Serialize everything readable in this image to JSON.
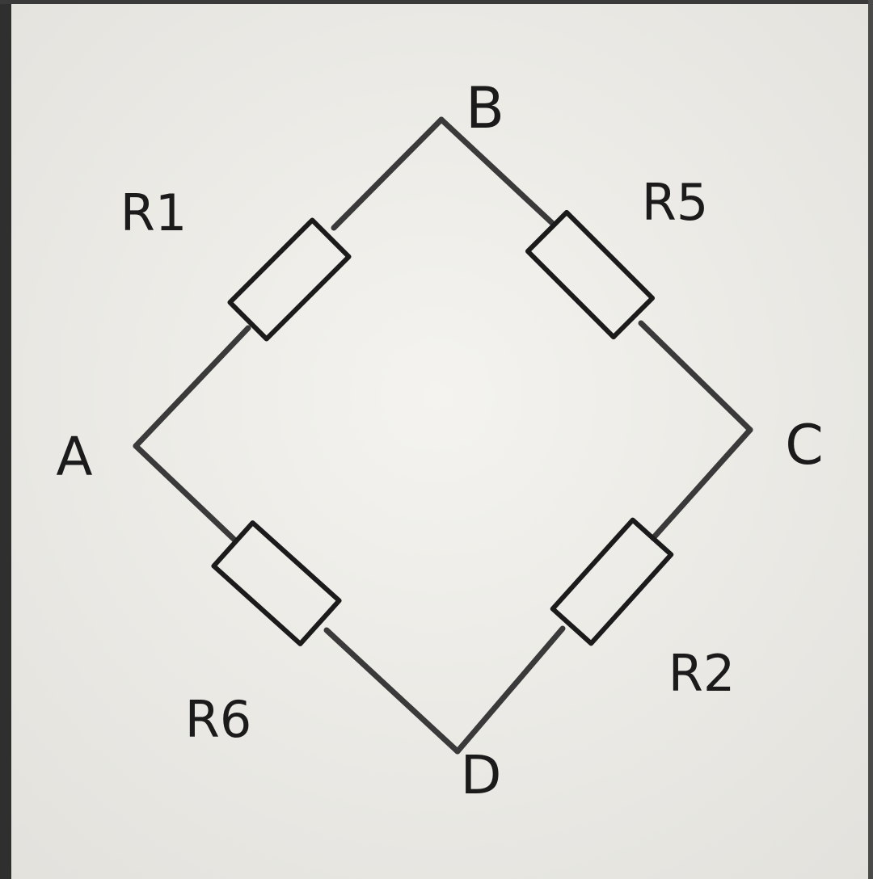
{
  "colors": {
    "paper": "#f1f0ec",
    "ink": "#1b1b1b",
    "wire": "#3a3a3a",
    "frame": "#2b2b2b"
  },
  "nodes": {
    "a": "A",
    "b": "B",
    "c": "C",
    "d": "D"
  },
  "resistors": {
    "ab": "R1",
    "bc": "R5",
    "cd": "R2",
    "ad": "R6"
  }
}
